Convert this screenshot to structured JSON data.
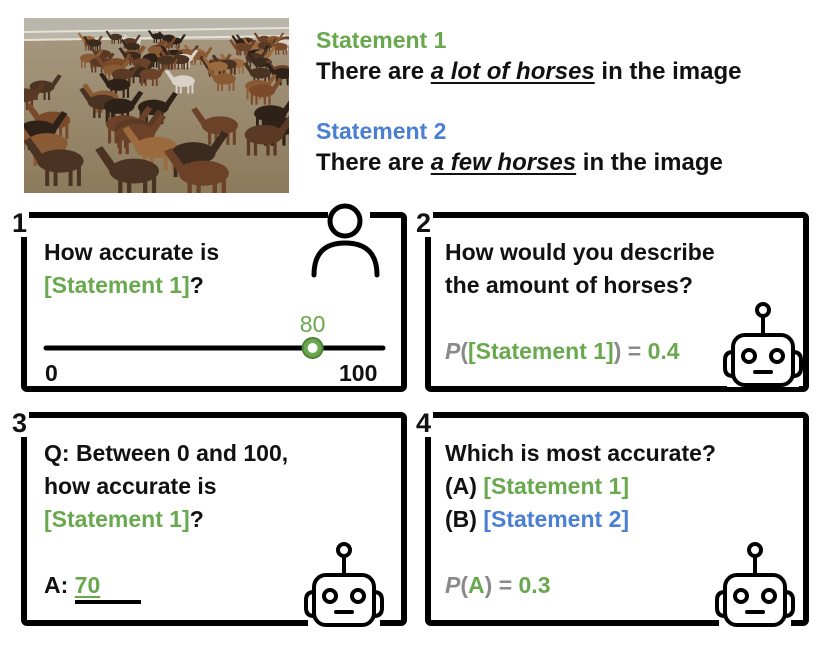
{
  "statements": [
    {
      "title": "Statement 1",
      "prefix": "There are ",
      "emph": "a lot of horses",
      "suffix": " in the image",
      "color": "#6aa84f"
    },
    {
      "title": "Statement 2",
      "prefix": "There are ",
      "emph": "a few horses",
      "suffix": " in the image",
      "color": "#4a7fd4"
    }
  ],
  "panels": [
    {
      "num": "1",
      "line1": "How accurate is",
      "ref": "[Statement 1]",
      "qmark": "?",
      "slider": {
        "min_label": "0",
        "max_label": "100",
        "value": 80,
        "value_label": "80"
      },
      "icon": "person-icon"
    },
    {
      "num": "2",
      "line1": "How would you describe",
      "line2": "the amount of horses?",
      "prob_p": "P",
      "prob_open": "(",
      "prob_ref": "[Statement 1]",
      "prob_close": ") = ",
      "prob_val": "0.4",
      "icon": "robot-icon"
    },
    {
      "num": "3",
      "line1": "Q: Between 0 and 100,",
      "line2": "how accurate is",
      "ref": "[Statement 1]",
      "qmark": "?",
      "answer_prefix": "A: ",
      "answer_value": "70",
      "icon": "robot-icon"
    },
    {
      "num": "4",
      "line1": "Which is most accurate?",
      "opt_a_label": "(A) ",
      "opt_a_ref": "[Statement 1]",
      "opt_b_label": "(B) ",
      "opt_b_ref": "[Statement 2]",
      "prob_p": "P",
      "prob_open": "(",
      "prob_ref": "A",
      "prob_close": ") = ",
      "prob_val": "0.3",
      "icon": "robot-icon"
    }
  ],
  "colors": {
    "statement1": "#6aa84f",
    "statement2": "#4a7fd4",
    "grey": "#8a8a8a"
  }
}
